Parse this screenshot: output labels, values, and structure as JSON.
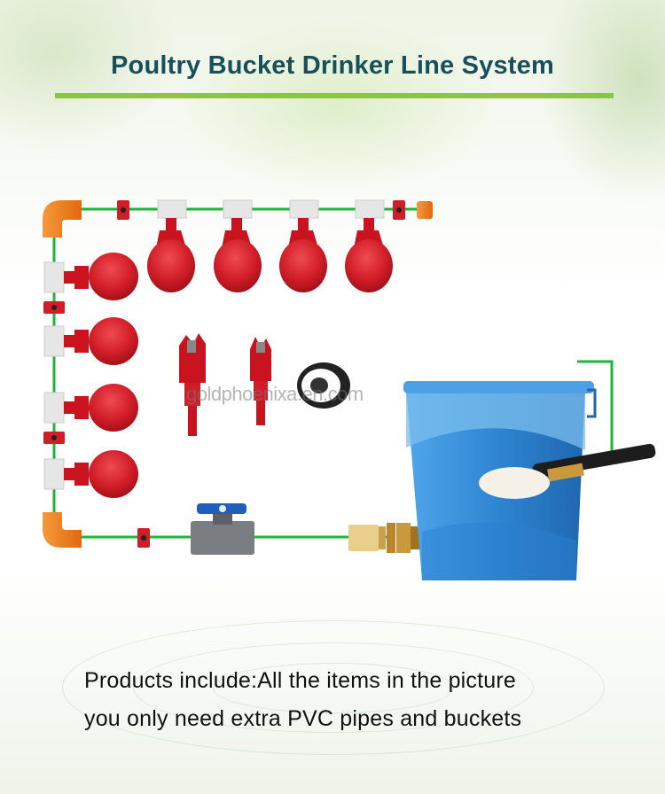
{
  "header": {
    "title": "Poultry Bucket Drinker Line System"
  },
  "watermark": "goldphoenixa.en.com",
  "caption": {
    "line1": "Products include:All the items in the picture",
    "line2": "you only need extra PVC pipes and buckets"
  },
  "colors": {
    "title_text": "#17505a",
    "accent_rule": "#8cc63f",
    "pipe_line": "#1db53a",
    "cup_red": "#d01d28",
    "elbow_orange": "#f07e1b",
    "bucket_blue": "#3a8fd6"
  },
  "icons": [
    "elbow-fitting-icon",
    "drinker-cup-icon",
    "pipe-clamp-icon",
    "hole-saw-icon",
    "sealing-tape-icon",
    "ball-valve-icon",
    "float-valve-icon",
    "bucket-icon",
    "end-cap-icon"
  ]
}
